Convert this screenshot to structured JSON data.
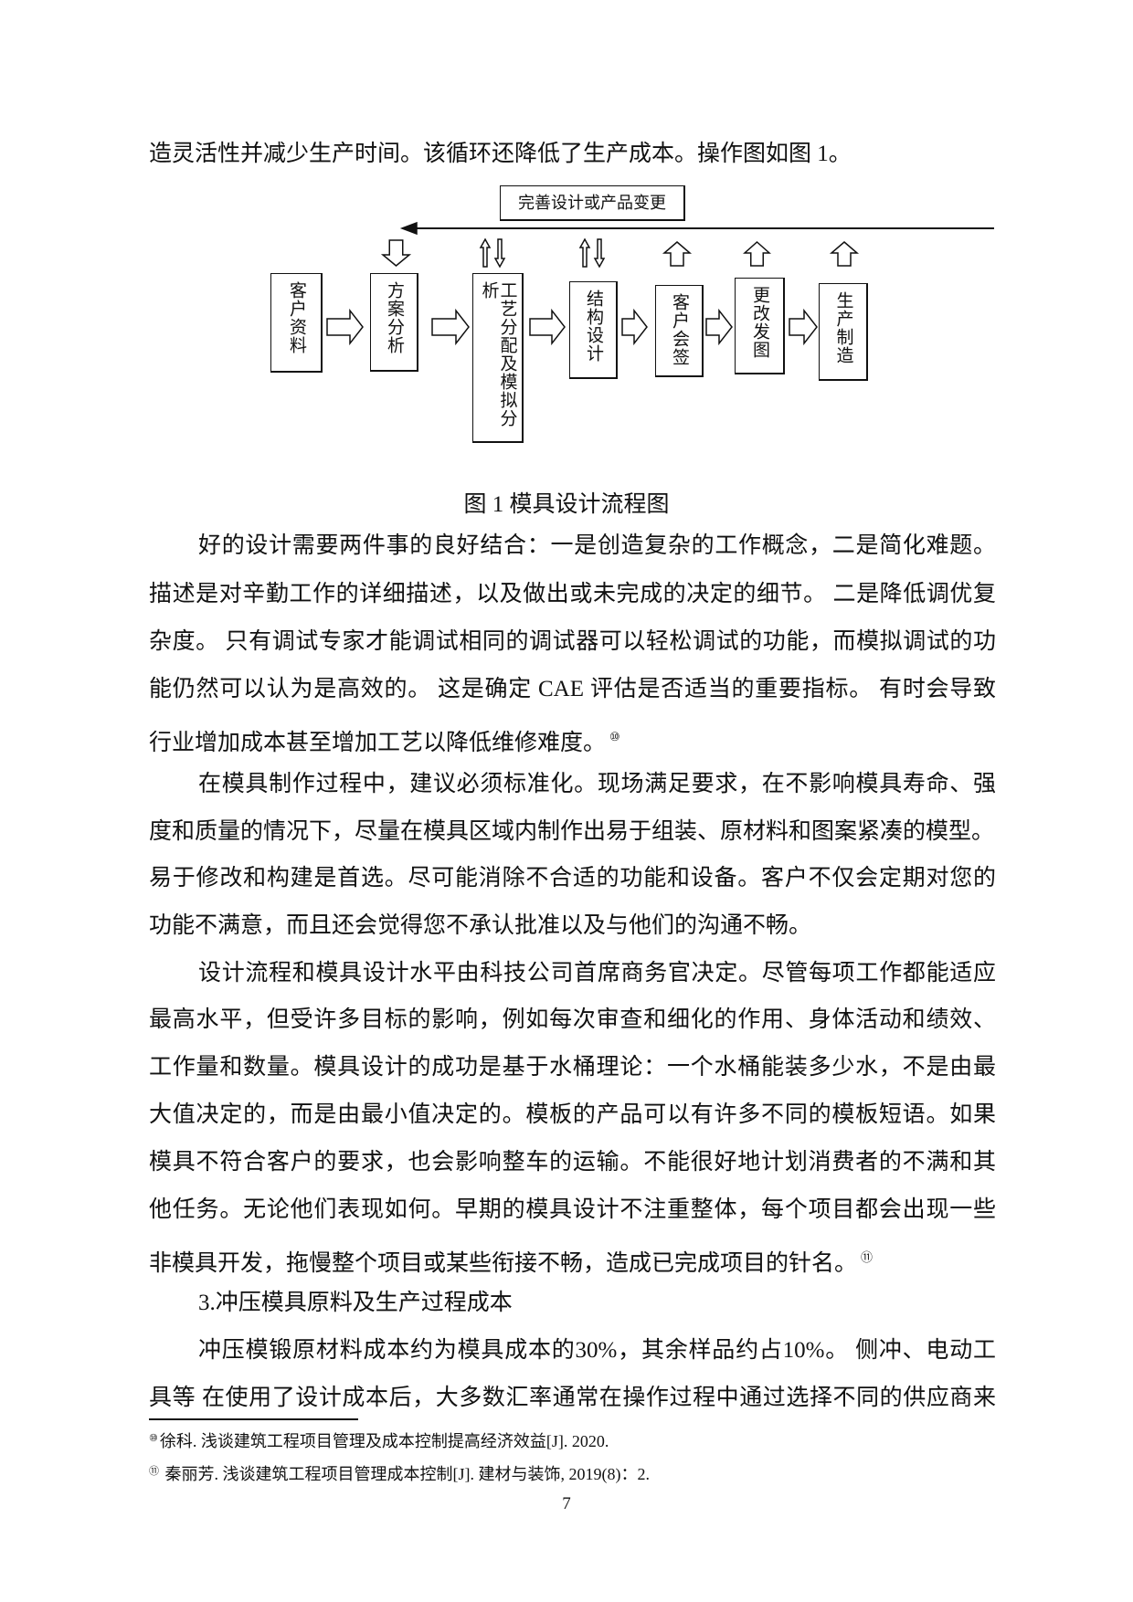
{
  "intro_line": "造灵活性并减少生产时间。该循环还降低了生产成本。操作图如图 1。",
  "figure": {
    "feedback_label": "完善设计或产品变更",
    "steps": [
      "客户资料",
      "方案分析",
      "工艺分配及模拟分析",
      "结构设计",
      "客户会签",
      "更改发图",
      "生产制造"
    ],
    "caption": "图 1 模具设计流程图"
  },
  "paragraphs": [
    {
      "lines": [
        {
          "text": "好的设计需要两件事的良好结合：一是创造复杂的工作概念，二是简化难题。",
          "indent": true,
          "justify": true
        },
        {
          "text": "描述是对辛勤工作的详细描述，以及做出或未完成的决定的细节。  二是降低调优复",
          "justify": true
        },
        {
          "text": "杂度。  只有调试专家才能调试相同的调试器可以轻松调试的功能，而模拟调试的功",
          "justify": true
        },
        {
          "text": "能仍然可以认为是高效的。  这是确定  CAE 评估是否适当的重要指标。  有时会导致",
          "justify": true
        },
        {
          "text": "行业增加成本甚至增加工艺以降低维修难度。",
          "sup": "⑩"
        }
      ]
    },
    {
      "lines": [
        {
          "text": "在模具制作过程中，建议必须标准化。现场满足要求，在不影响模具寿命、强",
          "indent": true,
          "justify": true
        },
        {
          "text": "度和质量的情况下，尽量在模具区域内制作出易于组装、原材料和图案紧凑的模型。"
        },
        {
          "text": "易于修改和构建是首选。尽可能消除不合适的功能和设备。客户不仅会定期对您的",
          "justify": true
        },
        {
          "text": "功能不满意，而且还会觉得您不承认批准以及与他们的沟通不畅。"
        }
      ]
    },
    {
      "lines": [
        {
          "text": "设计流程和模具设计水平由科技公司首席商务官决定。尽管每项工作都能适应",
          "indent": true,
          "justify": true
        },
        {
          "text": "最高水平，但受许多目标的影响，例如每次审查和细化的作用、身体活动和绩效、",
          "justify": true
        },
        {
          "text": "工作量和数量。模具设计的成功是基于水桶理论：一个水桶能装多少水，不是由最",
          "justify": true
        },
        {
          "text": "大值决定的，而是由最小值决定的。模板的产品可以有许多不同的模板短语。如果",
          "justify": true
        },
        {
          "text": "模具不符合客户的要求，也会影响整车的运输。不能很好地计划消费者的不满和其",
          "justify": true
        },
        {
          "text": "他任务。无论他们表现如何。早期的模具设计不注重整体，每个项目都会出现一些",
          "justify": true
        },
        {
          "text": "非模具开发，拖慢整个项目或某些衔接不畅，造成已完成项目的针名。",
          "sup": "⑪"
        }
      ]
    },
    {
      "lines": [
        {
          "text": "3.冲压模具原料及生产过程成本",
          "indent": true
        }
      ]
    },
    {
      "lines": [
        {
          "text": "冲压模锻原材料成本约为模具成本的30%，其余样品约占10%。  侧冲、电动工",
          "indent": true,
          "justify": true
        },
        {
          "text": "具等  在使用了设计成本后，大多数汇率通常在操作过程中通过选择不同的供应商来",
          "justify": true
        }
      ]
    }
  ],
  "footnotes": [
    {
      "mark": "⑩",
      "text": "徐科. 浅谈建筑工程项目管理及成本控制提高经济效益[J]. 2020."
    },
    {
      "mark": "⑪",
      "text": " 秦丽芳. 浅谈建筑工程项目管理成本控制[J]. 建材与装饰, 2019(8)：2."
    }
  ],
  "page_number": "7"
}
